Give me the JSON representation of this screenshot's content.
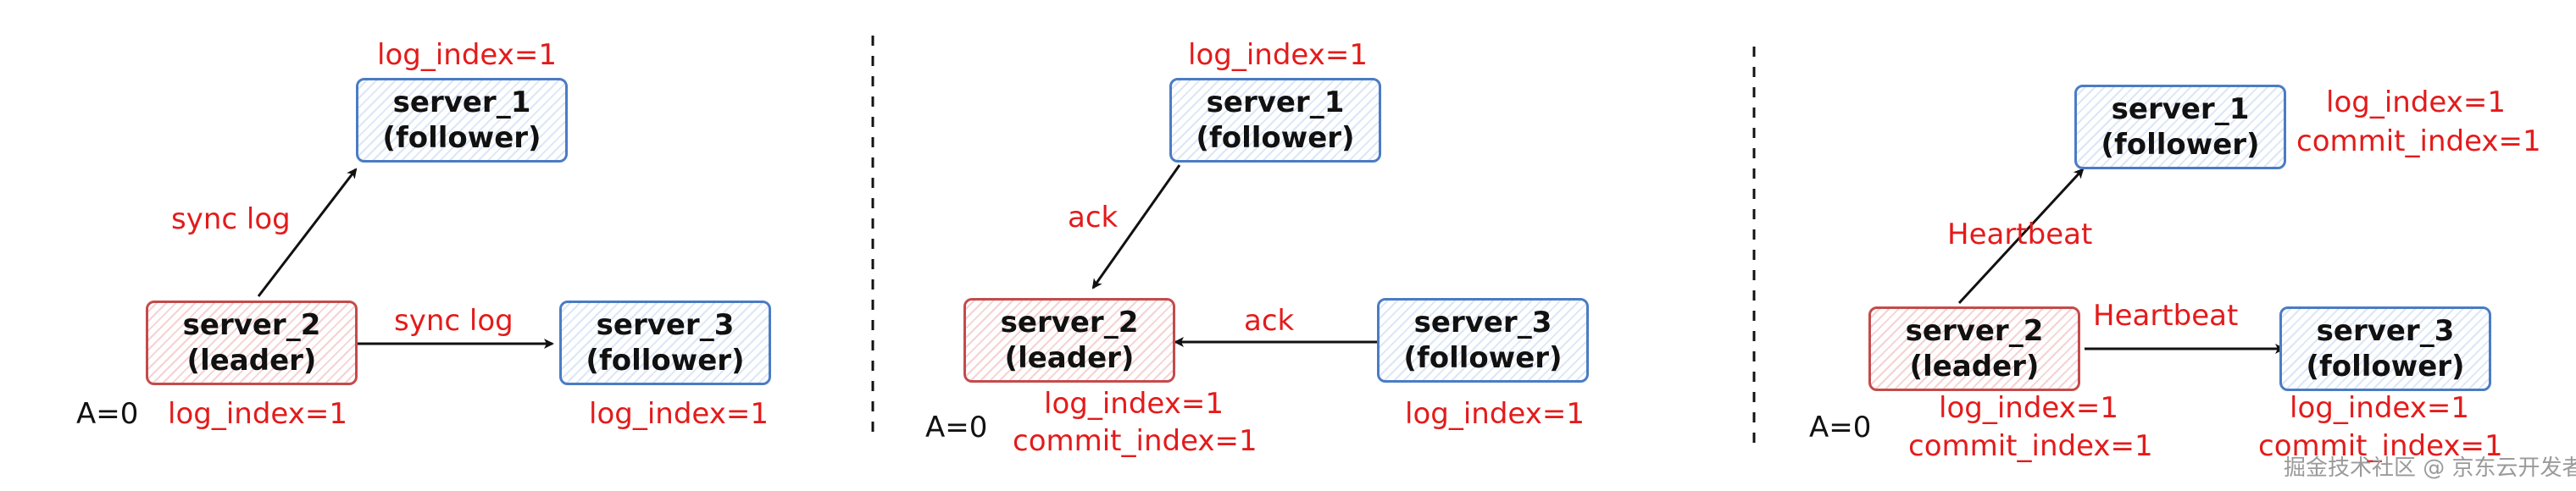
{
  "panels": [
    {
      "nodes": {
        "server_1": {
          "name": "server_1",
          "role": "(follower)"
        },
        "server_2": {
          "name": "server_2",
          "role": "(leader)"
        },
        "server_3": {
          "name": "server_3",
          "role": "(follower)"
        }
      },
      "labels": {
        "s1_log_index": "log_index=1",
        "s2_log_index": "log_index=1",
        "s3_log_index": "log_index=1",
        "edge_to_s1": "sync log",
        "edge_to_s3": "sync log",
        "state": "A=0"
      }
    },
    {
      "nodes": {
        "server_1": {
          "name": "server_1",
          "role": "(follower)"
        },
        "server_2": {
          "name": "server_2",
          "role": "(leader)"
        },
        "server_3": {
          "name": "server_3",
          "role": "(follower)"
        }
      },
      "labels": {
        "s1_log_index": "log_index=1",
        "s2_log_index": "log_index=1",
        "s2_commit_index": "commit_index=1",
        "s3_log_index": "log_index=1",
        "edge_from_s1": "ack",
        "edge_from_s3": "ack",
        "state": "A=0"
      }
    },
    {
      "nodes": {
        "server_1": {
          "name": "server_1",
          "role": "(follower)"
        },
        "server_2": {
          "name": "server_2",
          "role": "(leader)"
        },
        "server_3": {
          "name": "server_3",
          "role": "(follower)"
        }
      },
      "labels": {
        "s1_log_index": "log_index=1",
        "s1_commit_index": "commit_index=1",
        "s2_log_index": "log_index=1",
        "s2_commit_index": "commit_index=1",
        "s3_log_index": "log_index=1",
        "s3_commit_index": "commit_index=1",
        "edge_to_s1": "Heartbeat",
        "edge_to_s3": "Heartbeat",
        "state": "A=0"
      }
    }
  ],
  "watermark": "掘金技术社区 @ 京东云开发者",
  "colors": {
    "label": "#e31b1b",
    "follower_border": "#4a7cc4",
    "leader_border": "#c44b4b"
  }
}
